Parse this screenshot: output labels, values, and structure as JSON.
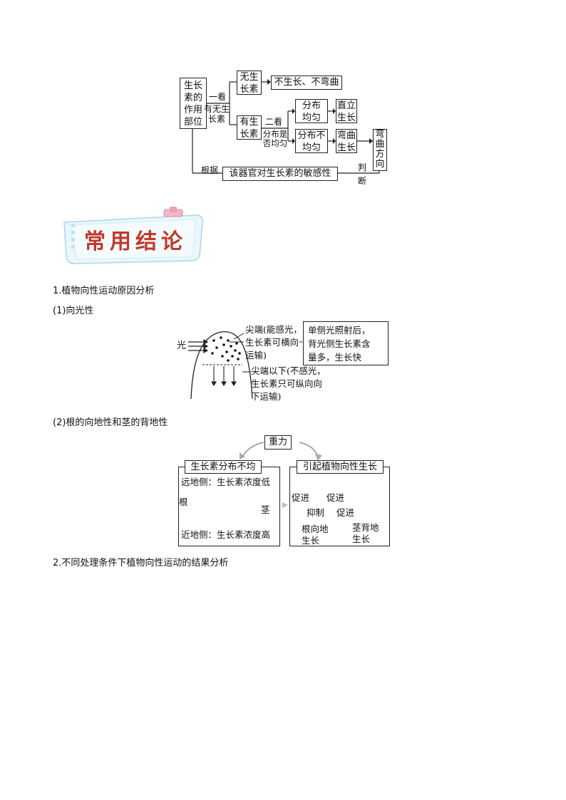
{
  "diagram1": {
    "part": "生长素的作用部位",
    "look1": "一看",
    "look1_q": "有无生长素",
    "no_auxin": "无生长素",
    "no_growth": "不生长、不弯曲",
    "has_auxin": "有生长素",
    "look2": "二看",
    "look2_q": "分布是否均匀",
    "even": "分布均匀",
    "upright": "直立生长",
    "uneven": "分布不均匀",
    "bend": "弯曲生长",
    "direction": "弯曲方向",
    "basis": "根据",
    "sensitivity": "该器官对生长素的敏感性",
    "judge1": "判",
    "judge2": "断"
  },
  "banner": {
    "title": "常用结论"
  },
  "section1": {
    "heading": "1.植物向性运动原因分析",
    "sub1": "(1)向光性",
    "light": "光",
    "tip_note_1": "尖端(能感光，",
    "tip_note_2": "生长素可横向",
    "tip_note_3": "运输)",
    "result_1": "单侧光照射后，",
    "result_2": "背光侧生长素含",
    "result_3": "量多，生长快",
    "below_1": "尖端以下(不感光，",
    "below_2": "生长素只可纵向向",
    "below_3": "下运输)",
    "sub2": "(2)根的向地性和茎的背地性"
  },
  "gravity": {
    "gravity": "重力",
    "uneven_title": "生长素分布不均",
    "far_side": "远地侧：生长素浓度低",
    "root": "根",
    "stem": "茎",
    "near_side": "近地侧：生长素浓度高",
    "cause_title": "引起植物向性生长",
    "promote1": "促进",
    "promote2": "促进",
    "inhibit": "抑制",
    "promote3": "促进",
    "root_down_1": "根向地",
    "root_down_2": "生长",
    "stem_up_1": "茎背地",
    "stem_up_2": "生长"
  },
  "section2": {
    "heading": "2.不同处理条件下植物向性运动的结果分析"
  }
}
